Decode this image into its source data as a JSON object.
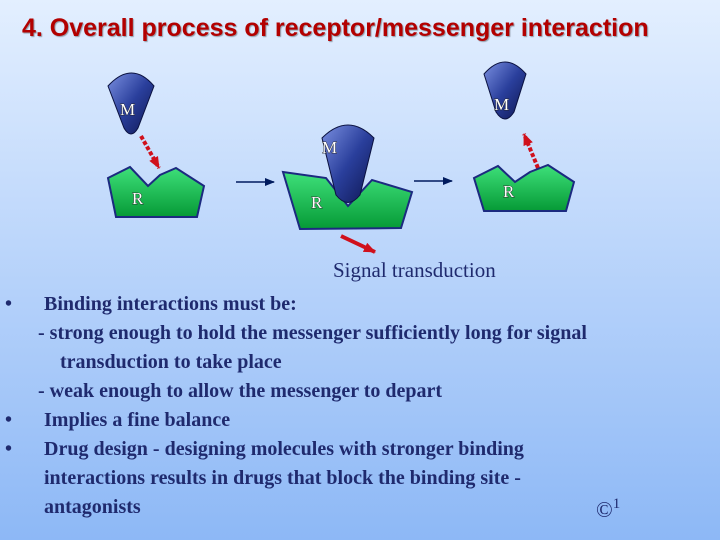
{
  "slide": {
    "title": "4. Overall process of receptor/messenger interaction"
  },
  "diagram": {
    "messenger_label": "M",
    "receptor_label": "R",
    "caption": "Signal transduction",
    "colors": {
      "messenger": "#2a3f9c",
      "receptor": "#14b84a",
      "arrow": "#d0101c",
      "arrow_dark": "#001b5e"
    }
  },
  "bullets": [
    {
      "text": "Binding interactions must be:",
      "subs": [
        "- strong enough to hold the messenger sufficiently long for signal",
        "transduction to take place",
        "- weak enough to allow the messenger to depart"
      ]
    },
    {
      "text": "Implies a fine balance",
      "subs": []
    },
    {
      "text": "Drug design - designing molecules with stronger binding",
      "subs": [
        "interactions results in drugs that block the binding site -",
        "antagonists"
      ]
    }
  ],
  "footer": {
    "copyright_symbol": "©",
    "page_number": "1"
  }
}
